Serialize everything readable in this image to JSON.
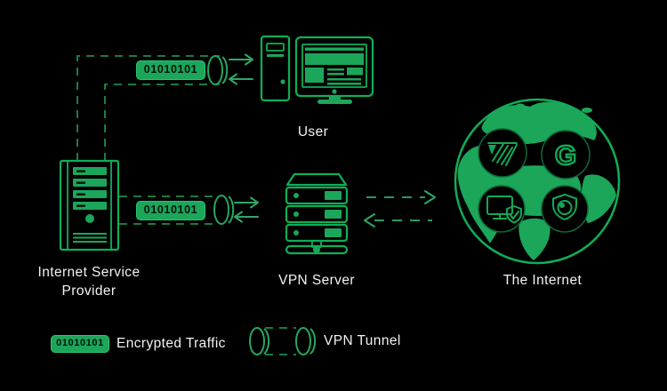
{
  "nodes": {
    "user": {
      "label": "User",
      "icon": "desktop-computer-icon"
    },
    "isp": {
      "label": "Internet Service Provider",
      "icon": "server-tower-icon"
    },
    "vpn_server": {
      "label": "VPN Server",
      "icon": "server-rack-icon"
    },
    "internet": {
      "label": "The Internet",
      "icon": "globe-icon",
      "badge_icons": [
        "striped-v-logo-icon",
        "google-g-icon",
        "monitor-shield-icon",
        "shield-lens-icon"
      ],
      "google_g": "G"
    }
  },
  "flows": {
    "isp_user_packet": "01010101",
    "isp_vpn_packet": "01010101"
  },
  "legend": {
    "packet": "01010101",
    "encrypted_label": "Encrypted Traffic",
    "tunnel_label": "VPN Tunnel",
    "tunnel_icon": "vpn-tunnel-icon",
    "packet_icon": "encrypted-packet-pill"
  },
  "colors": {
    "background": "#000000",
    "green_stroke": "#0fae57",
    "green_fill": "#1ca65a",
    "green_dash": "#1d8b4c",
    "green_arrow": "#2fa765",
    "pill_border": "#2ec473",
    "pill_text": "#03120a",
    "label_text": "#f2f2f2"
  }
}
